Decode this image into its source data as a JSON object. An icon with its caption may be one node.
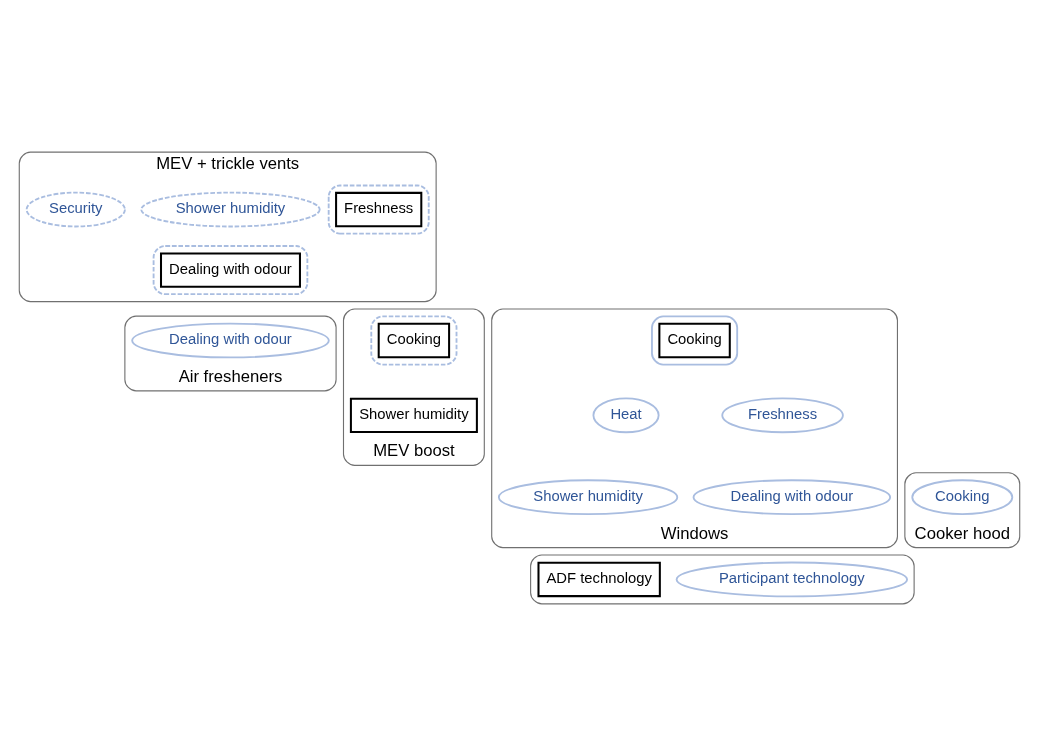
{
  "diagram": {
    "nodes": [
      {
        "text": [
          "MEV + trickle vents"
        ]
      },
      {
        "text": [
          "Shower humidity"
        ],
        "in": 0
      },
      {
        "text": [],
        "shape": "ellipse",
        "in": 0
      },
      {
        "text": [
          "Freshness"
        ],
        "in": 2
      },
      {
        "text": [
          "Security"
        ],
        "in": 0
      },
      {
        "text": [],
        "shape": "ellipse",
        "in": 0
      },
      {
        "text": [
          "Dealing with odour"
        ],
        "in": 5
      },
      {
        "text": [
          "Air fresheners"
        ]
      },
      {
        "text": [
          "Dealing with odour"
        ],
        "in": 7
      },
      {
        "text": [
          "MEV boost"
        ]
      },
      {
        "text": [],
        "shape": "ellipse",
        "in": 9
      },
      {
        "text": [
          "Cooking"
        ],
        "in": 10
      },
      {
        "text": [
          "Shower humidity"
        ],
        "in": 9
      },
      {
        "text": [
          "Windows"
        ]
      },
      {
        "text": [],
        "shape": "ellipse",
        "in": 13
      },
      {
        "text": [
          "Cooking"
        ],
        "in": 14
      },
      {
        "text": [
          "Freshness"
        ],
        "in": 13
      },
      {
        "text": [
          "Heat"
        ],
        "in": 13
      },
      {
        "text": [
          "Dealing with odour"
        ],
        "in": 13
      },
      {
        "text": [
          "Shower humidity"
        ],
        "in": 13
      },
      {
        "text": [
          "Cooker hood"
        ]
      },
      {
        "text": [
          "Cooking"
        ],
        "in": 20
      },
      {
        "text": [],
        "shape": "box"
      },
      {
        "text": [
          "Participant technology"
        ],
        "in": 22
      },
      {
        "text": [
          "ADF technology"
        ],
        "in": 22
      }
    ],
    "edges": []
  }
}
